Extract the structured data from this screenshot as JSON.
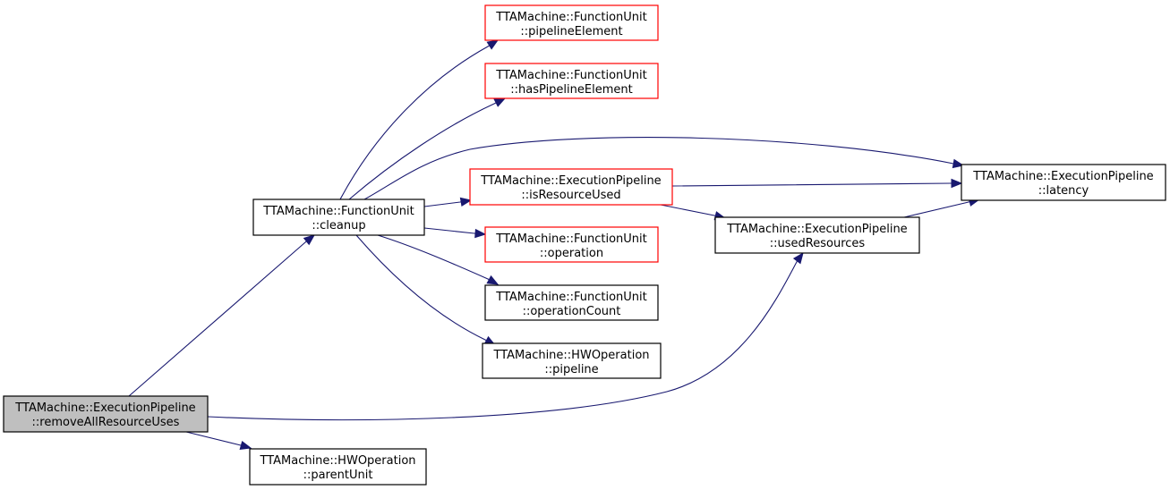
{
  "colors": {
    "edge": "#191970",
    "root_fill": "#bfbfbf",
    "normal_border": "#000000",
    "incomplete_border": "#ff0000"
  },
  "nodes": [
    {
      "id": "removeAllResourceUses",
      "line1": "TTAMachine::ExecutionPipeline",
      "line2": "::removeAllResourceUses",
      "style": "root"
    },
    {
      "id": "cleanup",
      "line1": "TTAMachine::FunctionUnit",
      "line2": "::cleanup",
      "style": "normal"
    },
    {
      "id": "parentUnit",
      "line1": "TTAMachine::HWOperation",
      "line2": "::parentUnit",
      "style": "normal"
    },
    {
      "id": "pipelineElement",
      "line1": "TTAMachine::FunctionUnit",
      "line2": "::pipelineElement",
      "style": "incomplete"
    },
    {
      "id": "hasPipelineElement",
      "line1": "TTAMachine::FunctionUnit",
      "line2": "::hasPipelineElement",
      "style": "incomplete"
    },
    {
      "id": "isResourceUsed",
      "line1": "TTAMachine::ExecutionPipeline",
      "line2": "::isResourceUsed",
      "style": "incomplete"
    },
    {
      "id": "operation",
      "line1": "TTAMachine::FunctionUnit",
      "line2": "::operation",
      "style": "incomplete"
    },
    {
      "id": "operationCount",
      "line1": "TTAMachine::FunctionUnit",
      "line2": "::operationCount",
      "style": "normal"
    },
    {
      "id": "pipeline",
      "line1": "TTAMachine::HWOperation",
      "line2": "::pipeline",
      "style": "normal"
    },
    {
      "id": "usedResources",
      "line1": "TTAMachine::ExecutionPipeline",
      "line2": "::usedResources",
      "style": "normal"
    },
    {
      "id": "latency",
      "line1": "TTAMachine::ExecutionPipeline",
      "line2": "::latency",
      "style": "normal"
    }
  ],
  "edges": [
    {
      "from": "removeAllResourceUses",
      "to": "cleanup"
    },
    {
      "from": "removeAllResourceUses",
      "to": "usedResources"
    },
    {
      "from": "removeAllResourceUses",
      "to": "parentUnit"
    },
    {
      "from": "cleanup",
      "to": "pipelineElement"
    },
    {
      "from": "cleanup",
      "to": "hasPipelineElement"
    },
    {
      "from": "cleanup",
      "to": "latency"
    },
    {
      "from": "cleanup",
      "to": "isResourceUsed"
    },
    {
      "from": "cleanup",
      "to": "operation"
    },
    {
      "from": "cleanup",
      "to": "operationCount"
    },
    {
      "from": "cleanup",
      "to": "pipeline"
    },
    {
      "from": "isResourceUsed",
      "to": "latency"
    },
    {
      "from": "isResourceUsed",
      "to": "usedResources"
    },
    {
      "from": "usedResources",
      "to": "latency"
    }
  ]
}
